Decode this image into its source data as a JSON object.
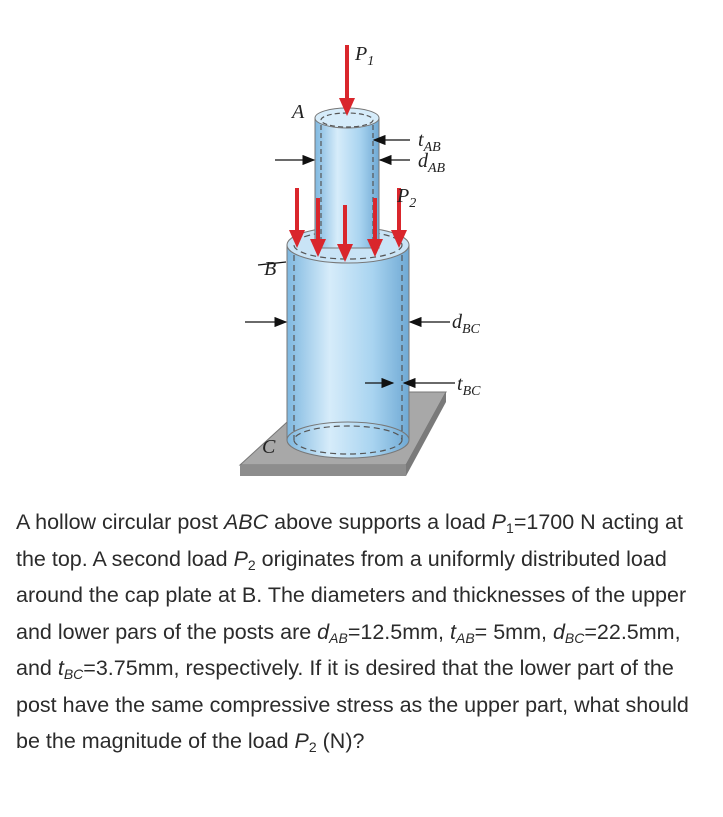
{
  "figure": {
    "labels": {
      "P1": "P",
      "P1_sub": "1",
      "P2": "P",
      "P2_sub": "2",
      "A": "A",
      "B": "B",
      "C": "C",
      "tAB": "t",
      "tAB_sub": "AB",
      "dAB": "d",
      "dAB_sub": "AB",
      "dBC": "d",
      "dBC_sub": "BC",
      "tBC": "t",
      "tBC_sub": "BC"
    },
    "colors": {
      "arrow": "#d9262c",
      "cylinder": "#a9d4f0",
      "base_top": "#aaaaaa",
      "base_side": "#8a8a8a"
    }
  },
  "problem": {
    "s1": "A hollow circular post ",
    "abc": "ABC",
    "s2": " above supports a load ",
    "p1": "P",
    "p1_sub": "1",
    "s3": "=1700 N acting at the top. A second load ",
    "p2": "P",
    "p2_sub": "2",
    "s4": " originates from a uniformly distributed load around the cap plate at B. The diameters and thicknesses of the upper and lower pars of the posts are ",
    "dab": "d",
    "dab_sub": "AB",
    "s5": "=12.5mm, ",
    "tab": "t",
    "tab_sub": "AB",
    "s6": "= 5mm, ",
    "dbc": "d",
    "dbc_sub": "BC",
    "s7": "=22.5mm, and ",
    "tbc": "t",
    "tbc_sub": "BC",
    "s8": "=3.75mm, respectively. If it is desired that the lower part of the post have the same compressive stress as the upper part, what should be the magnitude of the load ",
    "p2b": "P",
    "p2b_sub": "2",
    "s9": " (N)?"
  }
}
